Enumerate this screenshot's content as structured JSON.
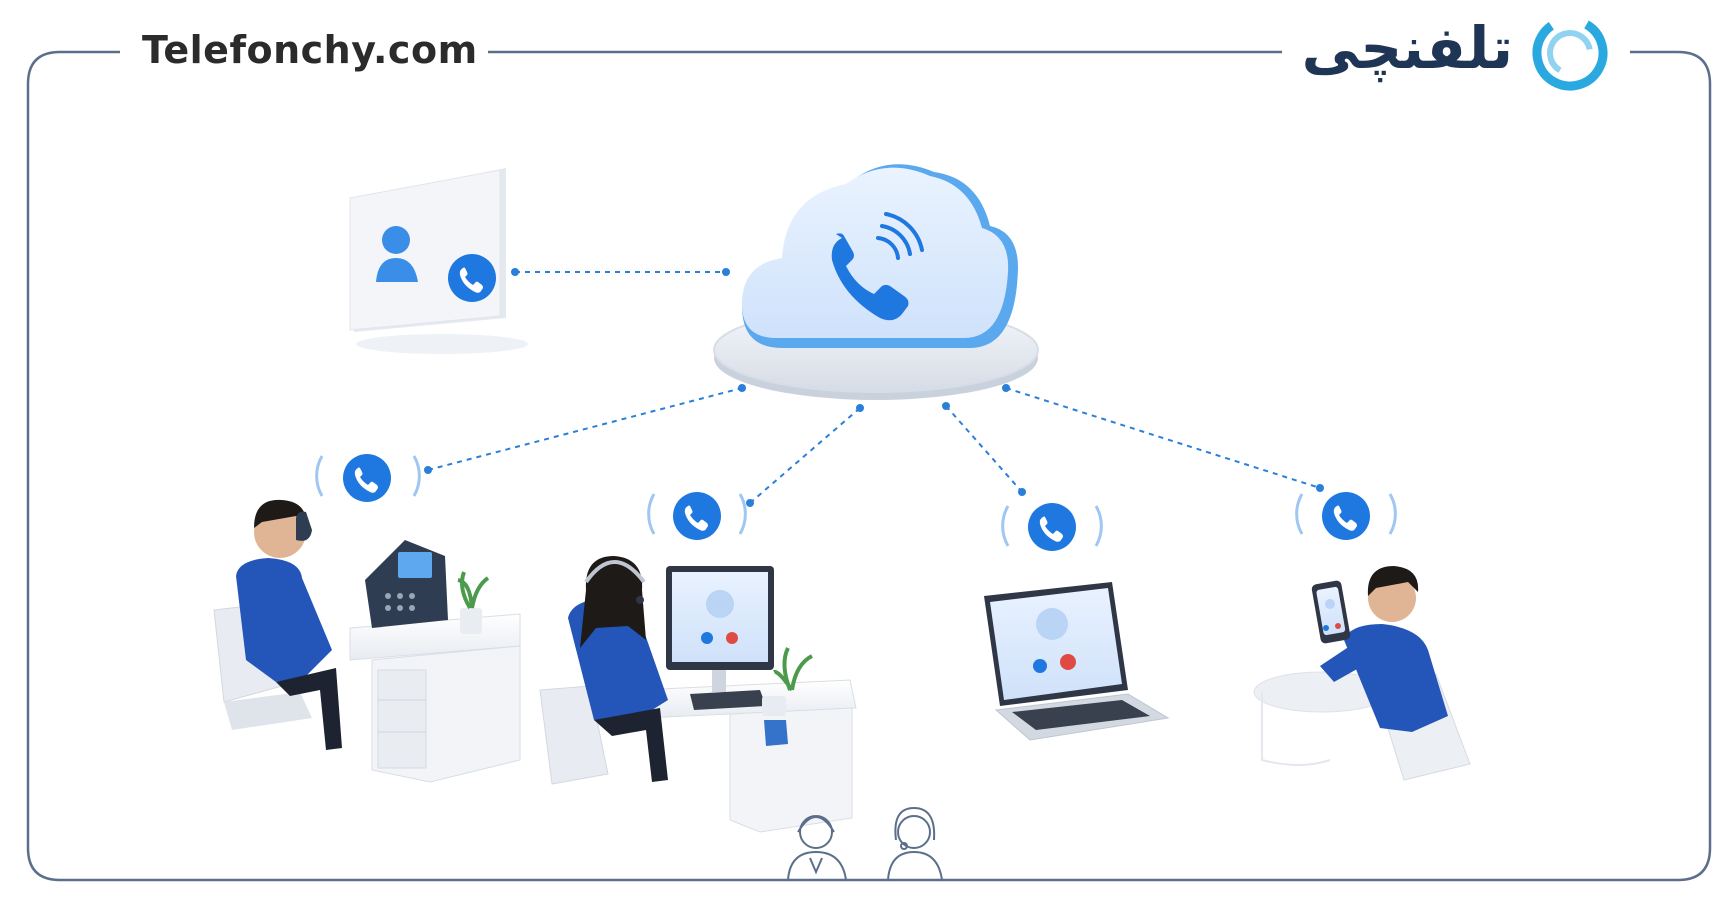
{
  "header": {
    "site_url": "Telefonchy.com",
    "brand_name": "تلفنچی",
    "logo_icon": "telefonchy-ring-logo-icon"
  },
  "colors": {
    "frame_border": "#5b6f8c",
    "accent_blue": "#1f78e0",
    "agent_suit": "#2356b8",
    "brand_text": "#1f3555",
    "brand_accent": "#2aa8e0",
    "connector": "#2a7fd8"
  },
  "diagram": {
    "hub": {
      "icon": "cloud-phone-icon"
    },
    "nodes": [
      {
        "id": "contact-card",
        "icon": "contact-phone-icon"
      },
      {
        "id": "agent-desk-phone",
        "icon": "desk-phone-icon"
      },
      {
        "id": "agent-headset-pc",
        "icon": "desktop-softphone-icon"
      },
      {
        "id": "laptop-softphone",
        "icon": "laptop-call-icon"
      },
      {
        "id": "agent-mobile",
        "icon": "mobile-phone-icon"
      }
    ],
    "footer_icons": [
      "male-agent-icon",
      "female-agent-icon"
    ]
  }
}
